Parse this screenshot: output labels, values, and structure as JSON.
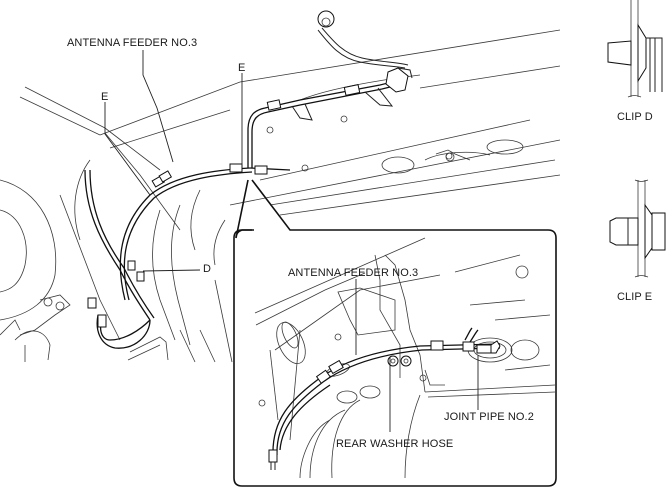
{
  "diagram": {
    "subject": "Antenna feeder No.3 routing with clips",
    "main_view": {
      "labels": {
        "antenna_feeder": "ANTENNA FEEDER NO.3",
        "clip_e_left": "E",
        "clip_e_top": "E",
        "clip_d": "D"
      }
    },
    "detail_view": {
      "labels": {
        "antenna_feeder": "ANTENNA FEEDER NO.3",
        "joint_pipe": "JOINT PIPE NO.2",
        "rear_washer_hose": "REAR WASHER HOSE"
      }
    },
    "legend": {
      "clip_d": "CLIP D",
      "clip_e": "CLIP E"
    },
    "colors": {
      "line": "#111111",
      "background": "#ffffff"
    }
  }
}
